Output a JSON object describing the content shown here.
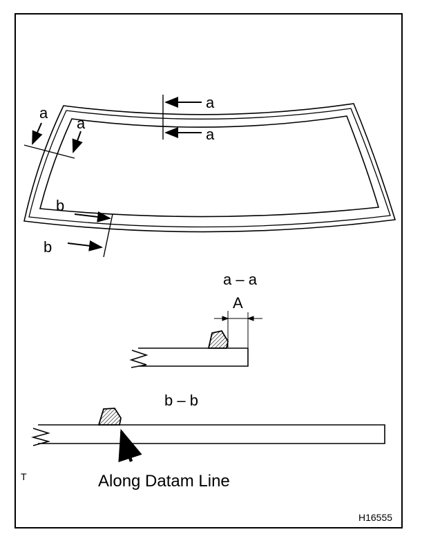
{
  "labels": {
    "a_top_1": "a",
    "a_top_2": "a",
    "a_left_1": "a",
    "a_left_2": "a",
    "b_1": "b",
    "b_2": "b",
    "section_aa": "a – a",
    "dimension_A": "A",
    "section_bb": "b – b",
    "datum_note": "Along Datam Line",
    "corner_mark": "T",
    "figure_id": "H16555"
  }
}
